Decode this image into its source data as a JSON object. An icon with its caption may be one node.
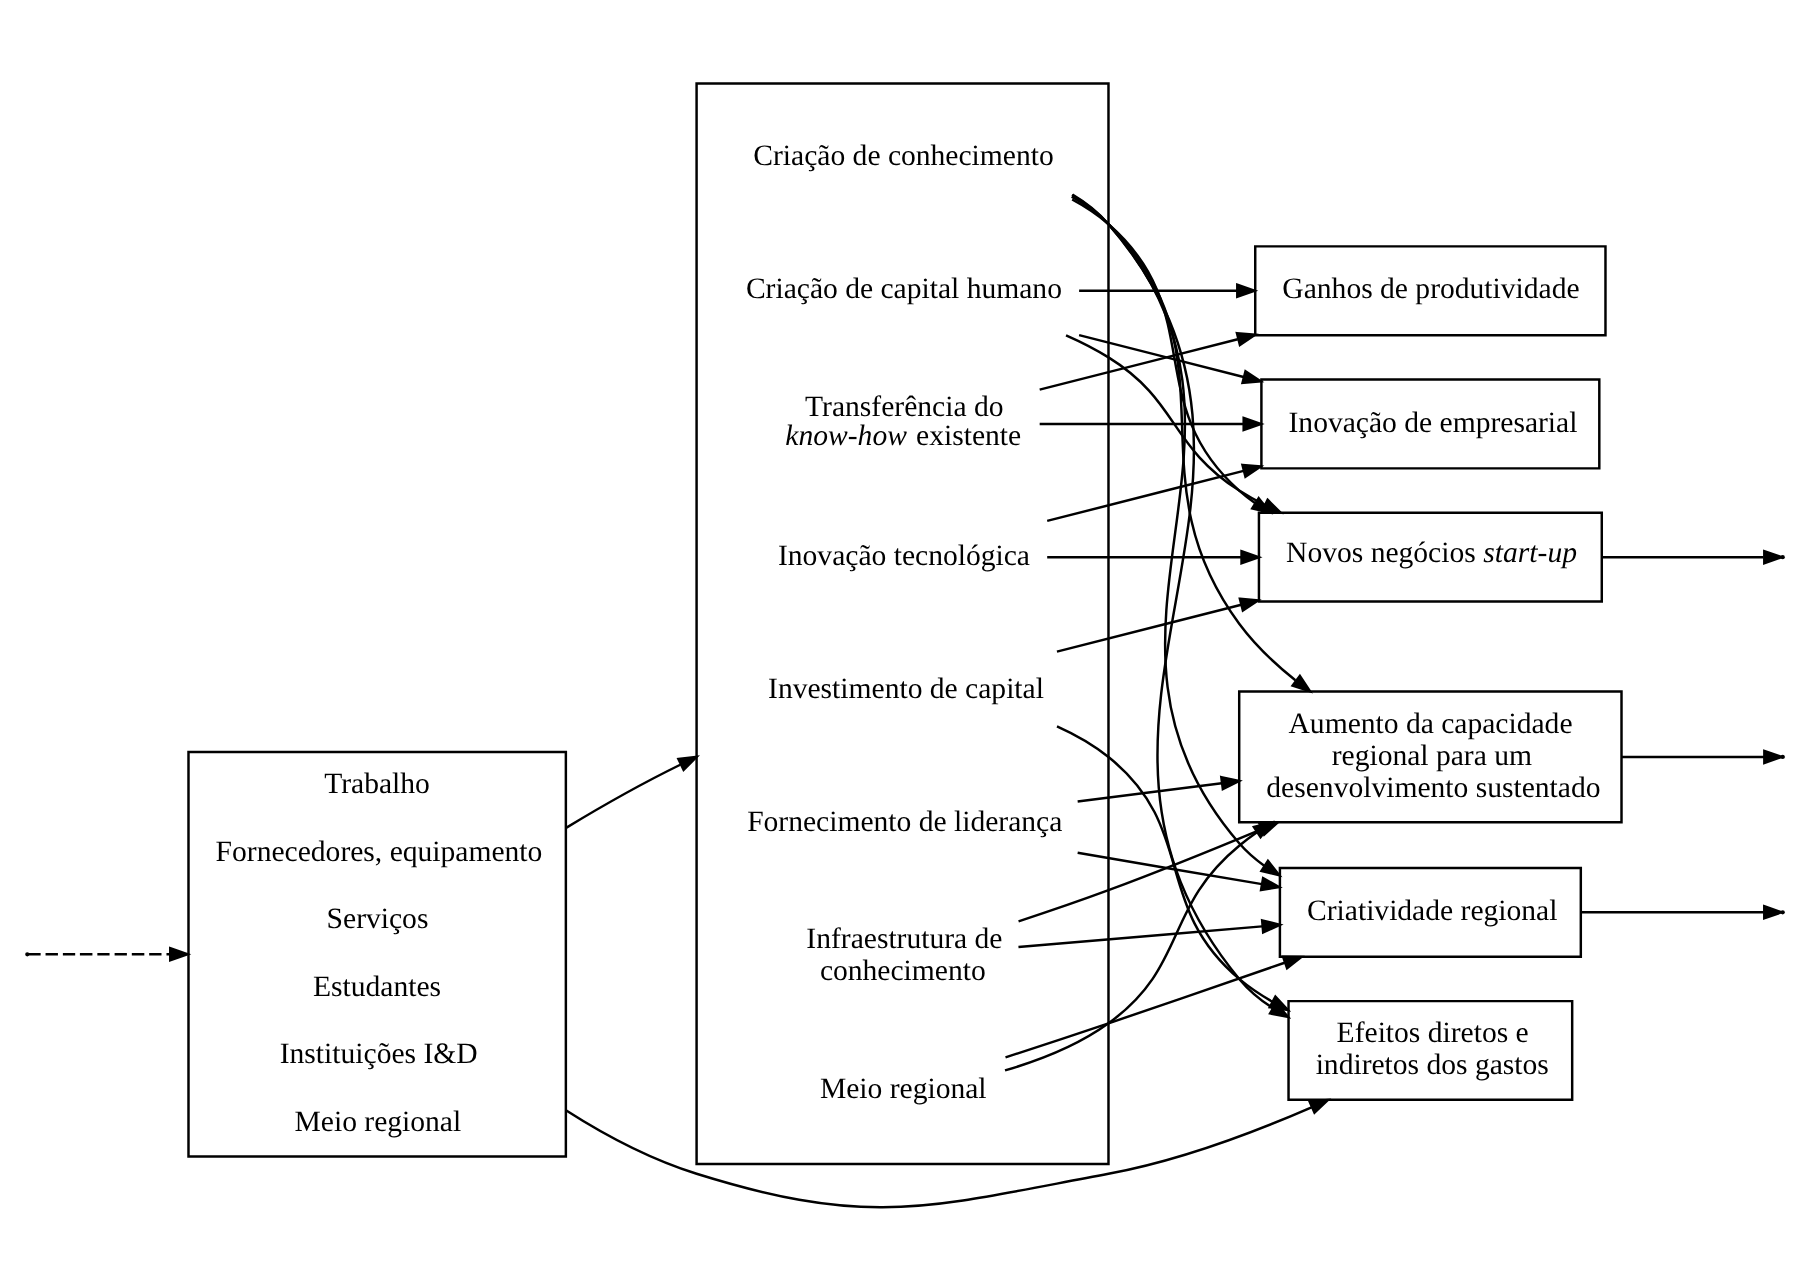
{
  "diagram": {
    "nodes": [
      {
        "text": [
          "Trabalho",
          "Fornecedores, equipamento",
          "Serviços",
          "Estudantes",
          "Instituições I&D",
          "Meio regional"
        ]
      },
      {
        "text": [],
        "shape": "box"
      },
      {
        "text": [
          "Criação de conhecimento"
        ],
        "in": 1
      },
      {
        "text": [
          "Criação de capital humano"
        ],
        "in": 1
      },
      {
        "text": [
          "Transferência do *know-how* existente"
        ],
        "in": 1
      },
      {
        "text": [
          "Inovação tecnológica"
        ],
        "in": 1
      },
      {
        "text": [
          "Investimento de capital"
        ],
        "in": 1
      },
      {
        "text": [
          "Fornecimento de liderança"
        ],
        "in": 1
      },
      {
        "text": [
          "Infraestrutura de conhecimento"
        ],
        "in": 1
      },
      {
        "text": [
          "Meio regional"
        ],
        "in": 1
      },
      {
        "text": [
          "Ganhos de produtividade"
        ]
      },
      {
        "text": [
          "Inovação de empresarial"
        ]
      },
      {
        "text": [
          "Novos negócios *start-up*"
        ]
      },
      {
        "text": [
          "Aumento da capacidade regional para um desenvolvimento sustentado"
        ]
      },
      {
        "text": [
          "Criatividade regional"
        ]
      },
      {
        "text": [
          "Efeitos diretos e indiretos dos gastos"
        ]
      }
    ],
    "edges": [
      {
        "from": null,
        "to": 0,
        "arrow": "to",
        "style": "dashed"
      },
      {
        "from": 0,
        "to": 1,
        "arrow": "to"
      },
      {
        "from": 0,
        "to": 15,
        "arrow": "to"
      },
      {
        "from": 2,
        "to": 12,
        "arrow": "to"
      },
      {
        "from": 2,
        "to": 13,
        "arrow": "to"
      },
      {
        "from": 2,
        "to": 14,
        "arrow": "to"
      },
      {
        "from": 2,
        "to": 15,
        "arrow": "to"
      },
      {
        "from": 3,
        "to": 10,
        "arrow": "to"
      },
      {
        "from": 3,
        "to": 11,
        "arrow": "to"
      },
      {
        "from": 3,
        "to": 12,
        "arrow": "to"
      },
      {
        "from": 4,
        "to": 10,
        "arrow": "to"
      },
      {
        "from": 4,
        "to": 11,
        "arrow": "to"
      },
      {
        "from": 5,
        "to": 11,
        "arrow": "to"
      },
      {
        "from": 5,
        "to": 12,
        "arrow": "to"
      },
      {
        "from": 6,
        "to": 12,
        "arrow": "to"
      },
      {
        "from": 6,
        "to": 15,
        "arrow": "to"
      },
      {
        "from": 7,
        "to": 13,
        "arrow": "to"
      },
      {
        "from": 7,
        "to": 14,
        "arrow": "to"
      },
      {
        "from": 8,
        "to": 13,
        "arrow": "to"
      },
      {
        "from": 8,
        "to": 14,
        "arrow": "to"
      },
      {
        "from": 9,
        "to": 13,
        "arrow": "to"
      },
      {
        "from": 9,
        "to": 14,
        "arrow": "to"
      },
      {
        "from": 12,
        "to": null,
        "arrow": "to"
      },
      {
        "from": 13,
        "to": null,
        "arrow": "to"
      },
      {
        "from": 14,
        "to": null,
        "arrow": "to"
      }
    ]
  }
}
